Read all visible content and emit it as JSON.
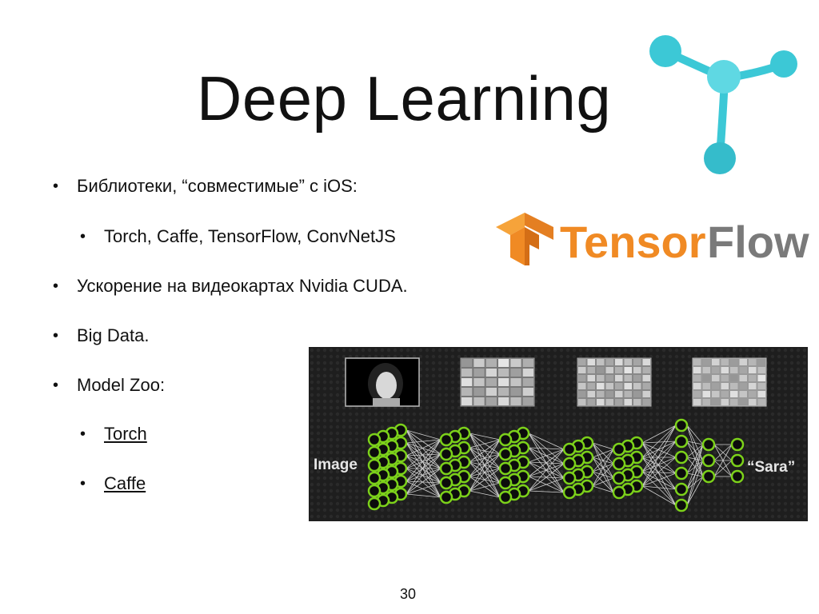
{
  "slide": {
    "title": "Deep Learning",
    "page_number": "30"
  },
  "bullets": [
    {
      "text": "Библиотеки, “совместимые” с iOS:"
    },
    {
      "text": "Torch, Caffe, TensorFlow, ConvNetJS"
    },
    {
      "text": "Ускорение на видеокартах  Nvidia CUDA."
    },
    {
      "text": "Big Data."
    },
    {
      "text": "Model Zoo:"
    },
    {
      "text": "Torch"
    },
    {
      "text": "Caffe"
    }
  ],
  "tensorflow_logo": {
    "text_part1": "Tensor",
    "text_part2": "Flow"
  },
  "nn_figure": {
    "input_label": "Image",
    "output_label": "“Sara”"
  },
  "colors": {
    "teal": "#3cc8d6",
    "tf_orange": "#f08a24",
    "tf_gray": "#7a7a7a",
    "neuron_green": "#7cd11a"
  }
}
